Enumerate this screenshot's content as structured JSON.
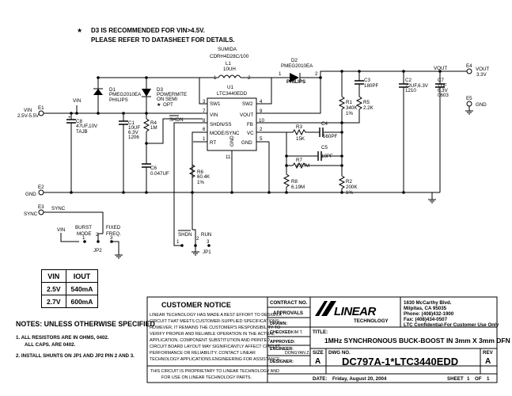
{
  "notes_top": {
    "star": "★",
    "line1": "D3 IS RECOMMENDED FOR VIN>4.5V.",
    "line2": "PLEASE REFER TO DATASHEET FOR DETAILS."
  },
  "components": {
    "L1": {
      "maker": "SUMIDA",
      "part": "CDRH4D28C/100",
      "ref": "L1",
      "value": "10UH"
    },
    "D2": {
      "ref": "D2",
      "part": "PMEG2010EA",
      "maker": "PHILIPS"
    },
    "D1": {
      "ref": "D1",
      "part": "PMEG2010EA",
      "maker": "PHILIPS"
    },
    "D3": {
      "ref": "D3",
      "part": "POWERMITE",
      "maker": "ON SEMI",
      "opt": "OPT"
    },
    "U1": {
      "ref": "U1",
      "part": "LTC3440EDD",
      "pins": {
        "sw1": "SW1",
        "vin": "VIN",
        "shdn": "SHDN/SS",
        "mode": "MODE/SYNC",
        "rt": "RT",
        "sw2": "SW2",
        "vout": "VOUT",
        "fb": "FB",
        "vc": "VC",
        "gnd": "GND",
        "gnd2": "GND"
      },
      "pin_numbers": {
        "sw1": "3",
        "vin": "7",
        "shdn": "8",
        "mode": "6",
        "rt": "1",
        "sw2": "4",
        "vout": "9",
        "fb": "10",
        "vc": "2",
        "gnd": "5",
        "gnd2": "11"
      }
    },
    "C8": {
      "ref": "C8",
      "value": "47UF,10V",
      "pkg": "TAJB"
    },
    "C1": {
      "ref": "C1",
      "value": "10UF",
      "volt": "6.3V",
      "pkg": "1206"
    },
    "R4": {
      "ref": "R4",
      "value": "1M"
    },
    "C6": {
      "ref": "C6",
      "value": "0.047UF"
    },
    "R6": {
      "ref": "R6",
      "value": "60.4K",
      "tol": "1%"
    },
    "R3": {
      "ref": "R3",
      "value": "15K"
    },
    "C4": {
      "ref": "C4",
      "value": "560PF"
    },
    "C5": {
      "ref": "C5",
      "value": "10PF"
    },
    "R7": {
      "ref": "R7",
      "value": "4.87M"
    },
    "R8": {
      "ref": "R8",
      "value": "6.19M"
    },
    "R1": {
      "ref": "R1",
      "value": "340K",
      "tol": "1%"
    },
    "R5": {
      "ref": "R5",
      "value": "2.2K"
    },
    "C3": {
      "ref": "C3",
      "value": "180PF"
    },
    "R2": {
      "ref": "R2",
      "value": "200K",
      "tol": "1%"
    },
    "C2": {
      "ref": "C2",
      "value": "22UF,6.3V",
      "pkg": "1210"
    },
    "C7": {
      "ref": "C7",
      "value": "1UF",
      "volt": "6.3V",
      "pkg": "0603"
    }
  },
  "nets": {
    "vin_label": "VIN",
    "vin_top": "VIN",
    "vin_range": "2.5V-5.5V",
    "shdn": "SHDN",
    "sync": "SYNC",
    "vout": "VOUT",
    "vout_label": "VOUT",
    "vout_value": "3.3V",
    "gnd_label": "GND",
    "gnd_e5": "GND"
  },
  "connectors": {
    "e1": "E1",
    "e2": "E2",
    "e3": "E3",
    "e4": "E4",
    "e5": "E5"
  },
  "jumpers": {
    "jp2": {
      "ref": "JP2",
      "label1": "BURST",
      "label2": "MODE",
      "label3": "FIXED",
      "label4": "FREQ.",
      "pin1": "1",
      "pin2": "2",
      "pin3": "3",
      "vin": "VIN"
    },
    "jp1": {
      "ref": "JP1",
      "shdn": "SHDN",
      "run": "RUN",
      "pin1": "1",
      "pin2": "2",
      "pin3": "3"
    }
  },
  "vtable": {
    "headers": [
      "VIN",
      "IOUT"
    ],
    "rows": [
      [
        "2.5V",
        "540mA"
      ],
      [
        "2.7V",
        "600mA"
      ]
    ]
  },
  "notes": {
    "title": "NOTES: UNLESS OTHERWISE SPECIFIED",
    "n1a": "1.  ALL RESISTORS ARE IN OHMS, 0402.",
    "n1b": "ALL CAPS. ARE 0402.",
    "n2": "2.  INSTALL SHUNTS ON JP1 AND JP2 PIN 2 AND 3."
  },
  "customer_notice": {
    "title": "CUSTOMER NOTICE",
    "lines": [
      "LINEAR TECHNOLOGY HAS MADE A BEST EFFORT TO DESIGN A",
      "CIRCUIT THAT MEETS CUSTOMER-SUPPLIED SPECIFICATIONS;",
      "HOWEVER, IT REMAINS THE CUSTOMER'S RESPONSIBILITY TO",
      "VERIFY PROPER AND RELIABLE OPERATION IN THE ACTUAL",
      "APPLICATION.  COMPONENT SUBSTITUTION AND PRINTED",
      "CIRCUIT BOARD LAYOUT MAY SIGNIFICANTLY AFFECT CIRCUIT",
      "PERFORMANCE OR RELIABILITY.  CONTACT LINEAR",
      "TECHNOLOGY APPLICATIONS ENGINEERING FOR ASSISTANCE."
    ],
    "prop1": "THIS CIRCUIT IS PROPRIETARY TO LINEAR TECHNOLOGY AND",
    "prop2": "FOR USE ON LINEAR TECHNOLOGY PARTS."
  },
  "title_block": {
    "contract_no": "CONTRACT NO.",
    "approvals": "APPROVALS",
    "drawn": "DRAWN:",
    "checked": "CHECKED:",
    "checked_by": "KIM T.",
    "approved": "APPROVED:",
    "engineer": "ENGINEER:",
    "engineer_name": "DONGYAN Z.",
    "designer": "DESIGNER:",
    "logo_word": "LINEAR",
    "logo_sub": "TECHNOLOGY",
    "address": [
      "1630 McCarthy Blvd.",
      "Milpitas, CA 95035",
      "Phone: (408)432-1900",
      "Fax: (408)434-0507",
      "LTC Confidential-For Customer Use Only"
    ],
    "title_label": "TITLE:",
    "title": "1MHz SYNCHRONOUS BUCK-BOOST IN 3mm X 3mm DFN",
    "size_label": "SIZE",
    "size": "A",
    "dwg_label": "DWG NO.",
    "dwg": "DC797A-1*LTC3440EDD",
    "rev_label": "REV",
    "rev": "A",
    "date_label": "DATE:",
    "date": "Friday, August 20, 2004",
    "sheet_label": "SHEET",
    "sheet": "1",
    "of_label": "OF",
    "of": "1"
  }
}
